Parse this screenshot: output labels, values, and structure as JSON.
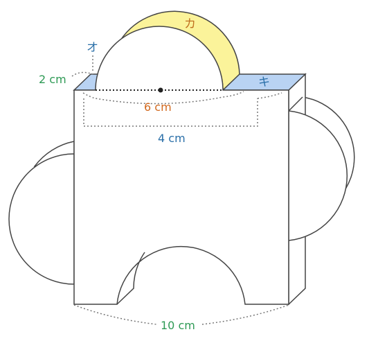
{
  "labels": {
    "o": "オ",
    "ka": "カ",
    "ki": "キ",
    "depth": "2 cm",
    "radius_top": "6 cm",
    "inner_width": "4 cm",
    "total_width": "10 cm"
  },
  "colors": {
    "yellow_face": "#fbf39a",
    "blue_face": "#b9d3f3",
    "green_text": "#2e9a55",
    "orange_text": "#d2691e",
    "blue_text": "#2a6fa8"
  }
}
